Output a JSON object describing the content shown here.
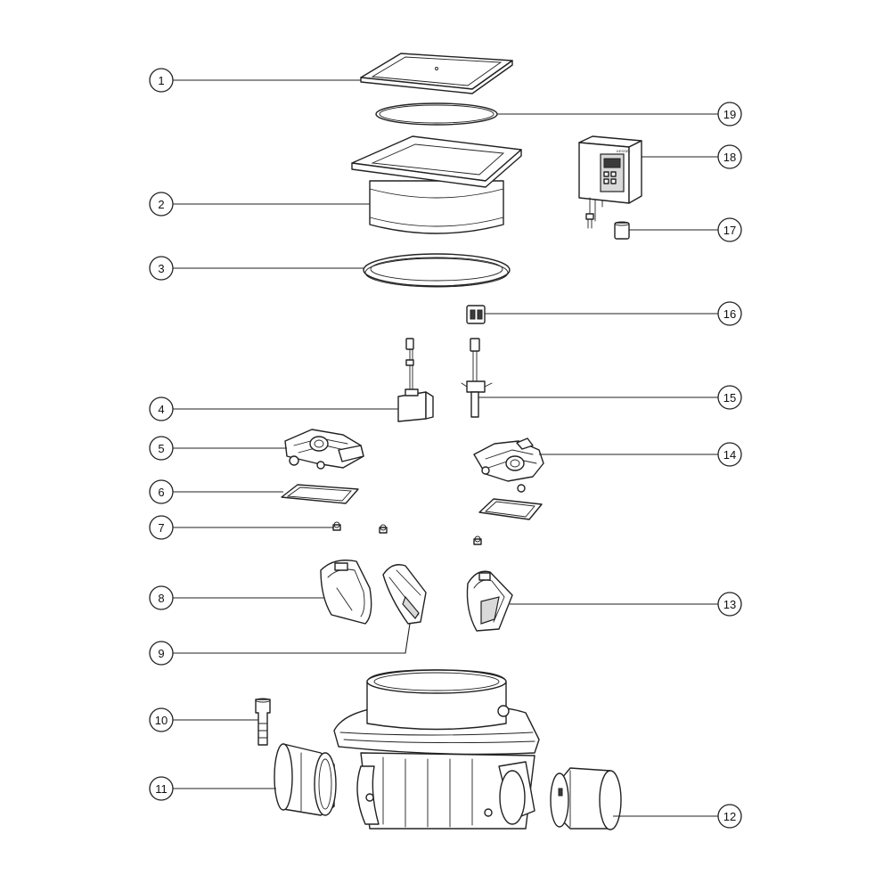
{
  "callouts": [
    {
      "id": "1",
      "label": "1"
    },
    {
      "id": "2",
      "label": "2"
    },
    {
      "id": "3",
      "label": "3"
    },
    {
      "id": "4",
      "label": "4"
    },
    {
      "id": "5",
      "label": "5"
    },
    {
      "id": "6",
      "label": "6"
    },
    {
      "id": "7",
      "label": "7"
    },
    {
      "id": "8",
      "label": "8"
    },
    {
      "id": "9",
      "label": "9"
    },
    {
      "id": "10",
      "label": "10"
    },
    {
      "id": "11",
      "label": "11"
    },
    {
      "id": "12",
      "label": "12"
    },
    {
      "id": "13",
      "label": "13"
    },
    {
      "id": "14",
      "label": "14"
    },
    {
      "id": "15",
      "label": "15"
    },
    {
      "id": "16",
      "label": "16"
    },
    {
      "id": "17",
      "label": "17"
    },
    {
      "id": "18",
      "label": "18"
    },
    {
      "id": "19",
      "label": "19"
    }
  ],
  "logo_text": "KESSEL",
  "colors": {
    "line": "#222222",
    "background": "#ffffff",
    "shade": "#d9d9d9"
  }
}
